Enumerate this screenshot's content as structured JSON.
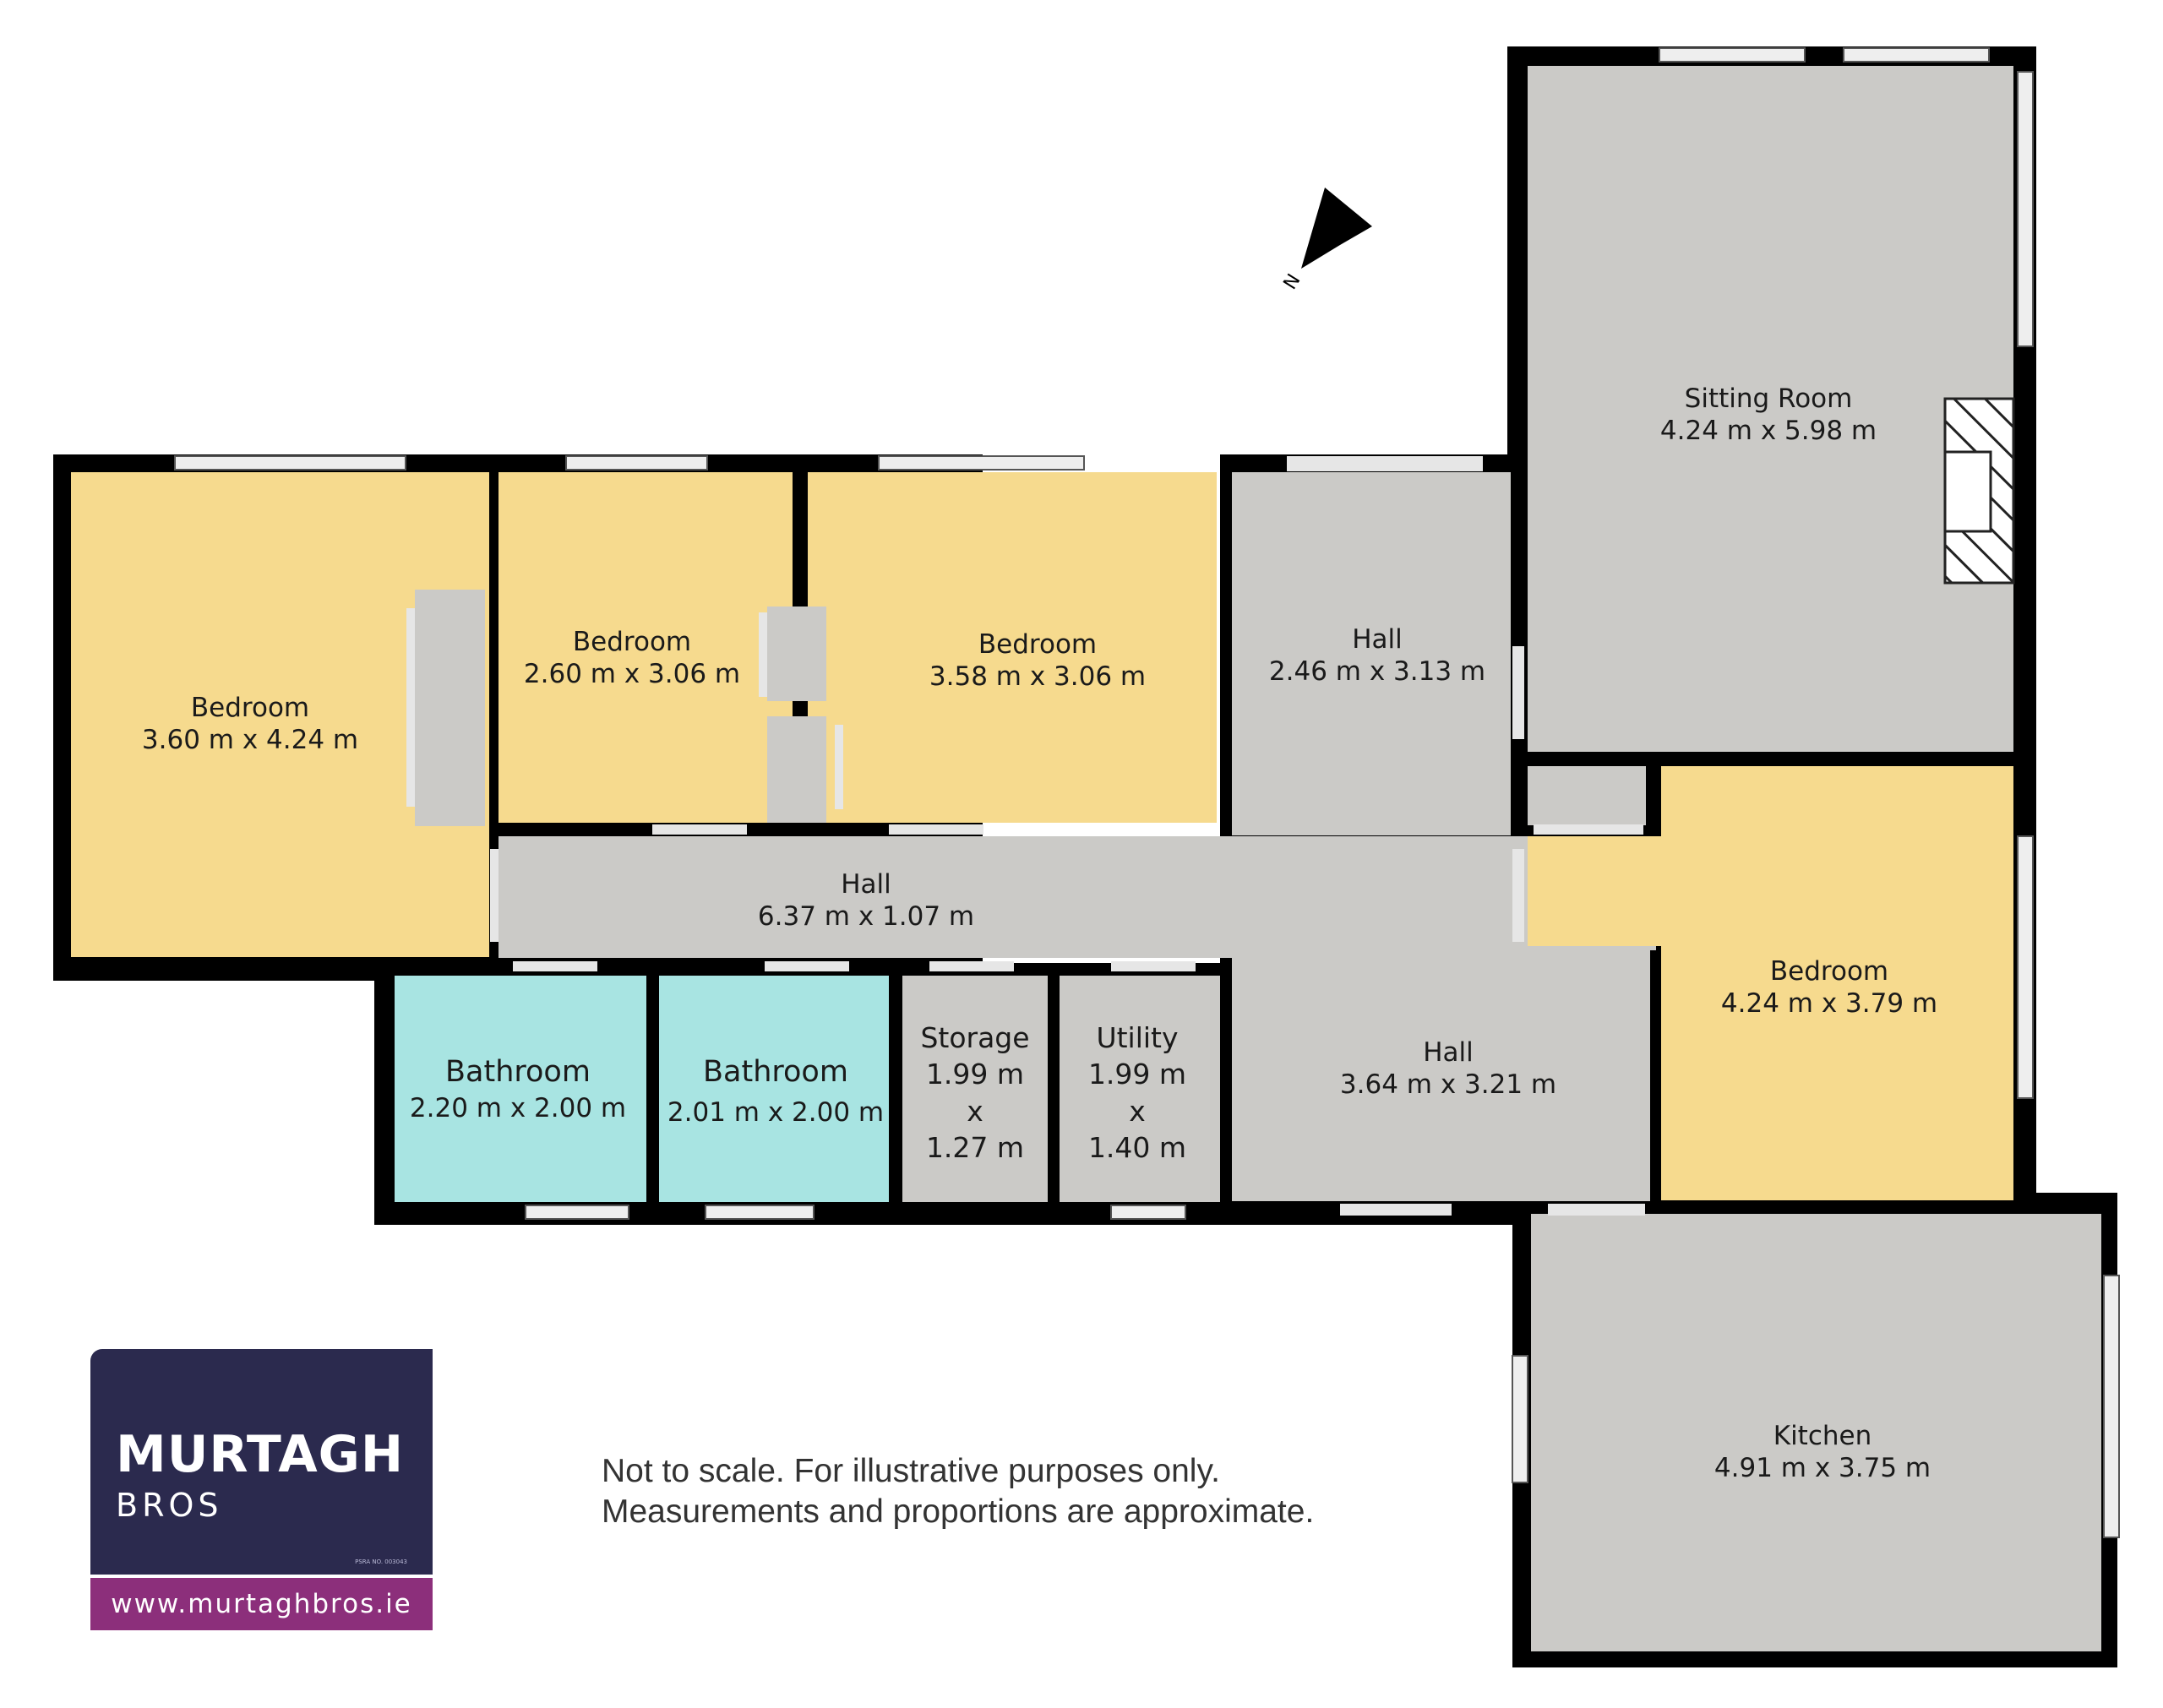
{
  "rooms": [
    {
      "id": "bedroom1",
      "name": "Bedroom",
      "dims": "3.60 m x 4.24 m"
    },
    {
      "id": "bedroom2",
      "name": "Bedroom",
      "dims": "2.60 m x 3.06 m"
    },
    {
      "id": "bedroom3",
      "name": "Bedroom",
      "dims": "3.58 m x 3.06 m"
    },
    {
      "id": "hall1",
      "name": "Hall",
      "dims": "2.46 m x 3.13 m"
    },
    {
      "id": "sitting",
      "name": "Sitting Room",
      "dims": "4.24 m x 5.98 m"
    },
    {
      "id": "hall2",
      "name": "Hall",
      "dims": "6.37 m x 1.07 m"
    },
    {
      "id": "bedroom4",
      "name": "Bedroom",
      "dims": "4.24 m x 3.79 m"
    },
    {
      "id": "hall3",
      "name": "Hall",
      "dims": "3.64 m x 3.21 m"
    },
    {
      "id": "bath1",
      "name": "Bathroom",
      "dims": "2.20 m x 2.00 m"
    },
    {
      "id": "bath2",
      "name": "Bathroom",
      "dims": "2.01 m x 2.00 m"
    },
    {
      "id": "storage",
      "name": "Storage",
      "dims1": "1.99 m",
      "x": "x",
      "dims2": "1.27 m"
    },
    {
      "id": "utility",
      "name": "Utility",
      "dims1": "1.99 m",
      "x": "x",
      "dims2": "1.40 m"
    },
    {
      "id": "kitchen",
      "name": "Kitchen",
      "dims": "4.91 m x 3.75 m"
    }
  ],
  "compass": {
    "label": "N"
  },
  "note": {
    "line1": "Not to scale. For illustrative purposes only.",
    "line2": "Measurements and proportions are approximate."
  },
  "logo": {
    "brand": "MURTAGH",
    "brand_sub": "BROS",
    "psra": "PSRA NO. 003043",
    "website": "www.murtaghbros.ie"
  },
  "colors": {
    "bedroom": "#f6da8e",
    "bathroom": "#a8e4e2",
    "common": "#cbcac7",
    "wall": "#000000",
    "logo_bg": "#2b2a4e",
    "logo_accent": "#8c2f7b"
  }
}
